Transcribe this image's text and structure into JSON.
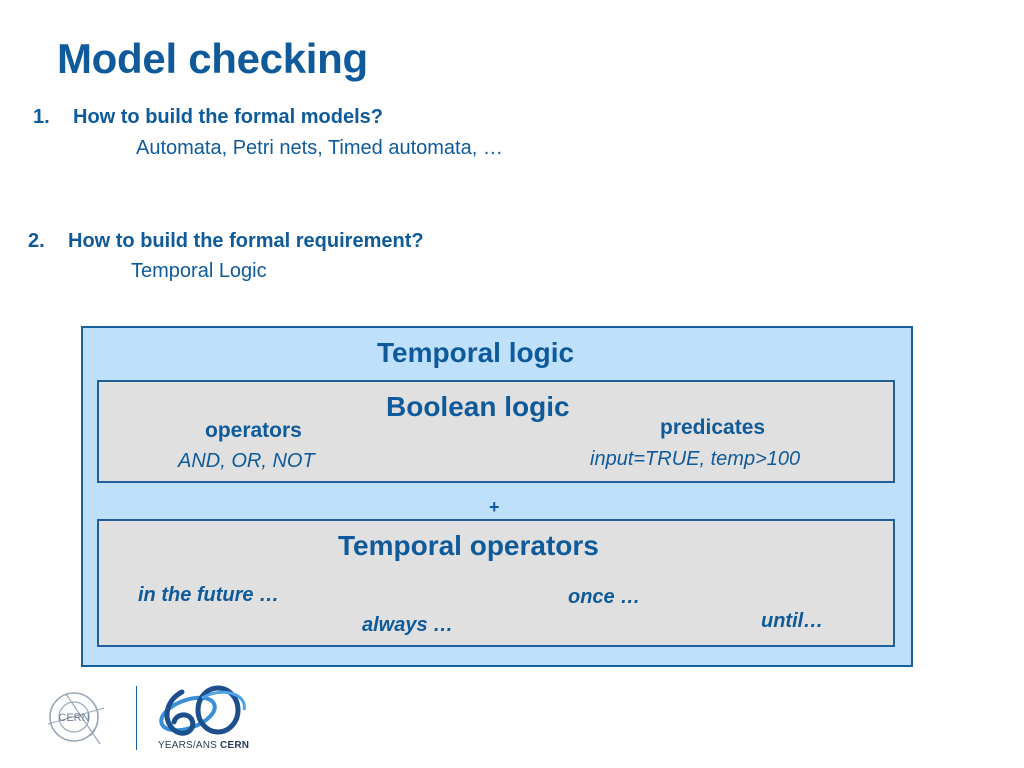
{
  "slide": {
    "title": "Model checking",
    "items": [
      {
        "number": "1.",
        "question": "How to build the formal models?",
        "answer": "Automata, Petri nets, Timed automata, …"
      },
      {
        "number": "2.",
        "question": "How to build the formal requirement?",
        "answer": "Temporal Logic"
      }
    ]
  },
  "diagram": {
    "outer_title": "Temporal logic",
    "boolean": {
      "title": "Boolean logic",
      "operators_label": "operators",
      "operators_values": "AND, OR, NOT",
      "predicates_label": "predicates",
      "predicates_values": "input=TRUE, temp>100"
    },
    "plus": "+",
    "temporal": {
      "title": "Temporal operators",
      "op_future": "in the future …",
      "op_always": "always …",
      "op_once": "once …",
      "op_until": "until…"
    }
  },
  "footer": {
    "cern_logo_text": "CERN",
    "anniversary_years_prefix": "YEARS/ANS",
    "anniversary_cern": "CERN"
  },
  "colors": {
    "text_blue": "#0e5a9a",
    "outer_fill": "#bfe0fb",
    "inner_fill": "#e0e0e0",
    "border": "#1a5f9d"
  }
}
